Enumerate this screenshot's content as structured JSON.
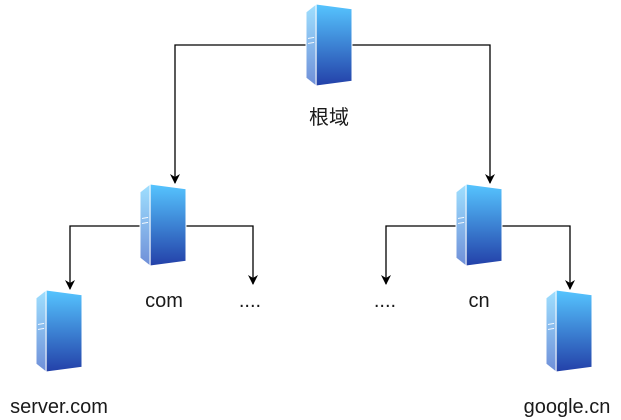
{
  "nodes": [
    {
      "id": "root",
      "label": "根域"
    },
    {
      "id": "com",
      "label": "com"
    },
    {
      "id": "com-more",
      "label": "...."
    },
    {
      "id": "cn-more",
      "label": "...."
    },
    {
      "id": "cn",
      "label": "cn"
    },
    {
      "id": "server-com",
      "label": "server.com"
    },
    {
      "id": "google-cn",
      "label": "google.cn"
    }
  ],
  "edges": [
    {
      "from": "root",
      "to": "com"
    },
    {
      "from": "root",
      "to": "cn"
    },
    {
      "from": "com",
      "to": "server-com"
    },
    {
      "from": "com",
      "to": "com-more"
    },
    {
      "from": "cn",
      "to": "cn-more"
    },
    {
      "from": "cn",
      "to": "google-cn"
    }
  ],
  "colors": {
    "server_top": "#56c5ff",
    "server_bottom": "#2340a8",
    "server_light": "#7fd4ff",
    "line": "#000000",
    "text": "#1a1a1a"
  },
  "icons": {
    "server": "server-icon"
  }
}
